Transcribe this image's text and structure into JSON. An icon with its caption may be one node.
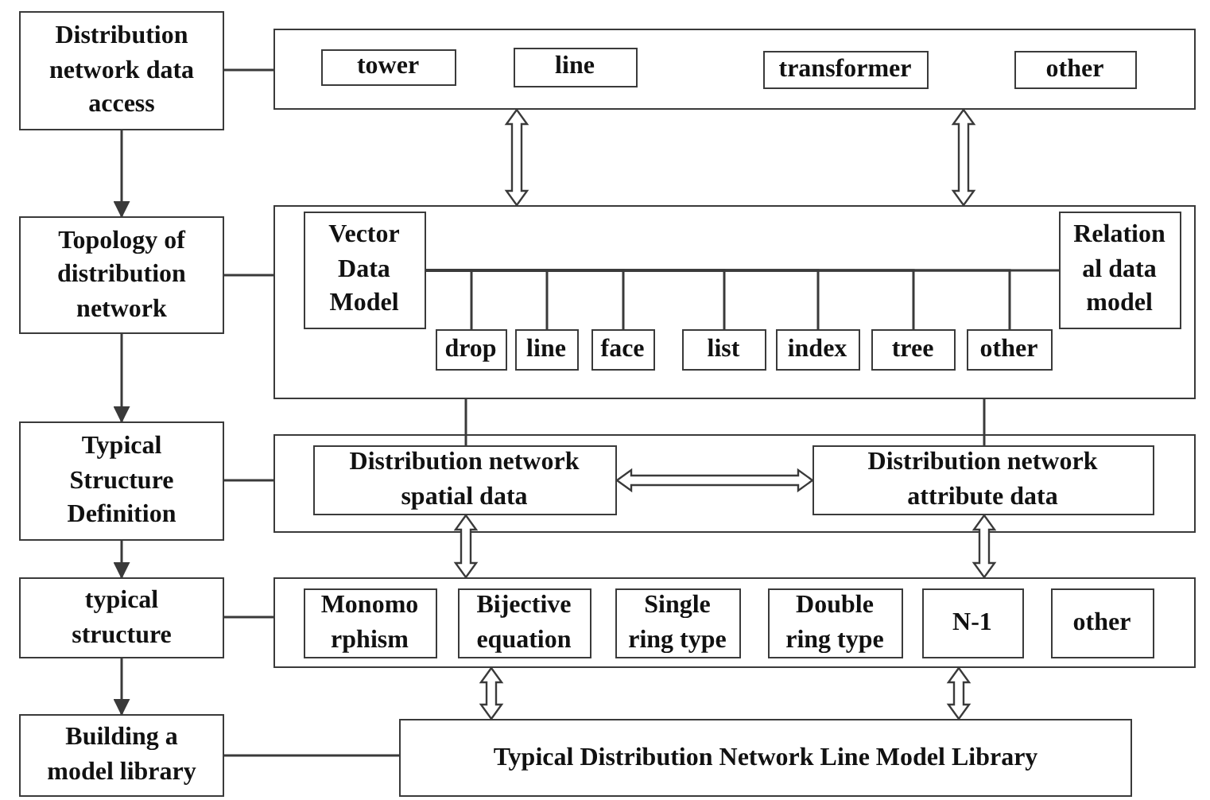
{
  "diagram": {
    "nodes": [
      {
        "text": [
          "Distribution network data access"
        ]
      },
      {
        "text": [],
        "shape": "box"
      },
      {
        "text": [
          "tower"
        ],
        "in": 1
      },
      {
        "text": [
          "line"
        ],
        "in": 1
      },
      {
        "text": [
          "transformer"
        ],
        "in": 1
      },
      {
        "text": [
          "other"
        ],
        "in": 1
      },
      {
        "text": [
          "Topology of distribution network"
        ]
      },
      {
        "text": [],
        "shape": "box"
      },
      {
        "text": [
          "Vector Data Model"
        ],
        "in": 7
      },
      {
        "text": [
          "Relation al data model"
        ],
        "in": 7
      },
      {
        "text": [
          "drop"
        ],
        "in": 7
      },
      {
        "text": [
          "line"
        ],
        "in": 7
      },
      {
        "text": [
          "face"
        ],
        "in": 7
      },
      {
        "text": [
          "list"
        ],
        "in": 7
      },
      {
        "text": [
          "index"
        ],
        "in": 7
      },
      {
        "text": [
          "tree"
        ],
        "in": 7
      },
      {
        "text": [
          "other"
        ],
        "in": 7
      },
      {
        "text": [
          "Typical Structure Definition"
        ]
      },
      {
        "text": [],
        "shape": "box"
      },
      {
        "text": [
          "Distribution network spatial data"
        ],
        "in": 18
      },
      {
        "text": [
          "Distribution network attribute data"
        ],
        "in": 18
      },
      {
        "text": [
          "typical structure"
        ]
      },
      {
        "text": [],
        "shape": "box"
      },
      {
        "text": [
          "Monomo rphism"
        ],
        "in": 22
      },
      {
        "text": [
          "Bijective equation"
        ],
        "in": 22
      },
      {
        "text": [
          "Single ring type"
        ],
        "in": 22
      },
      {
        "text": [
          "Double ring type"
        ],
        "in": 22
      },
      {
        "text": [
          "N-1"
        ],
        "in": 22
      },
      {
        "text": [
          "other"
        ],
        "in": 22
      },
      {
        "text": [
          "Building a model library"
        ]
      },
      {
        "text": [
          "Typical Distribution Network Line Model Library"
        ]
      }
    ],
    "edges": [
      {
        "from": 0,
        "to": 6,
        "arrow": "to"
      },
      {
        "from": 6,
        "to": 17,
        "arrow": "to"
      },
      {
        "from": 17,
        "to": 21,
        "arrow": "to"
      },
      {
        "from": 21,
        "to": 29,
        "arrow": "to"
      },
      {
        "from": 0,
        "to": 1,
        "arrow": "none"
      },
      {
        "from": 6,
        "to": 7,
        "arrow": "none"
      },
      {
        "from": 17,
        "to": 18,
        "arrow": "none"
      },
      {
        "from": 21,
        "to": 22,
        "arrow": "none"
      },
      {
        "from": 29,
        "to": 30,
        "arrow": "none"
      },
      {
        "from": 1,
        "to": 7,
        "arrow": "both",
        "style": "thick"
      },
      {
        "from": 1,
        "to": 7,
        "arrow": "both",
        "style": "thick"
      },
      {
        "from": 8,
        "to": 9,
        "arrow": "none"
      },
      {
        "from": 8,
        "to": 10,
        "arrow": "none"
      },
      {
        "from": 8,
        "to": 11,
        "arrow": "none"
      },
      {
        "from": 8,
        "to": 12,
        "arrow": "none"
      },
      {
        "from": 8,
        "to": 13,
        "arrow": "none"
      },
      {
        "from": 8,
        "to": 14,
        "arrow": "none"
      },
      {
        "from": 8,
        "to": 15,
        "arrow": "none"
      },
      {
        "from": 8,
        "to": 16,
        "arrow": "none"
      },
      {
        "from": 7,
        "to": 19,
        "arrow": "none"
      },
      {
        "from": 7,
        "to": 20,
        "arrow": "none"
      },
      {
        "from": 19,
        "to": 20,
        "arrow": "both",
        "style": "thick"
      },
      {
        "from": 19,
        "to": 22,
        "arrow": "both",
        "style": "thick"
      },
      {
        "from": 20,
        "to": 22,
        "arrow": "both",
        "style": "thick"
      },
      {
        "from": 22,
        "to": 30,
        "arrow": "both",
        "style": "thick"
      },
      {
        "from": 22,
        "to": 30,
        "arrow": "both",
        "style": "thick"
      }
    ]
  }
}
